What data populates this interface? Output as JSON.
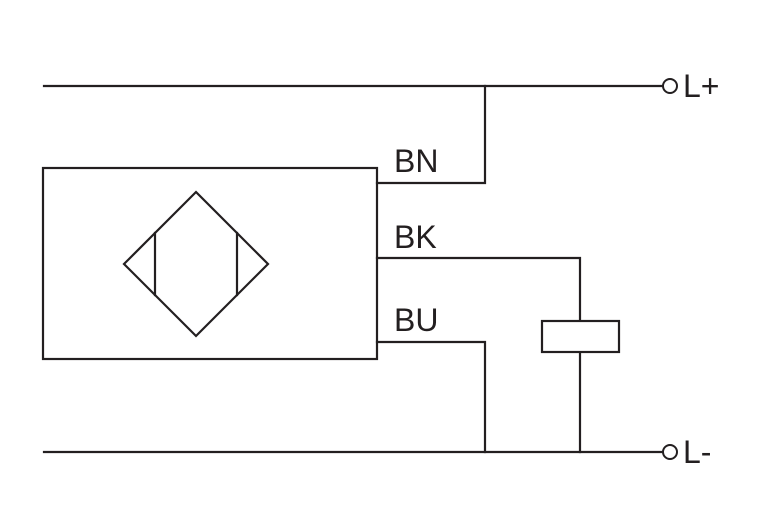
{
  "diagram": {
    "wire_labels": {
      "brown": "BN",
      "black": "BK",
      "blue": "BU"
    },
    "terminals": {
      "positive": "L+",
      "negative": "L-"
    },
    "colors": {
      "line": "#231f20",
      "background": "#ffffff"
    }
  }
}
